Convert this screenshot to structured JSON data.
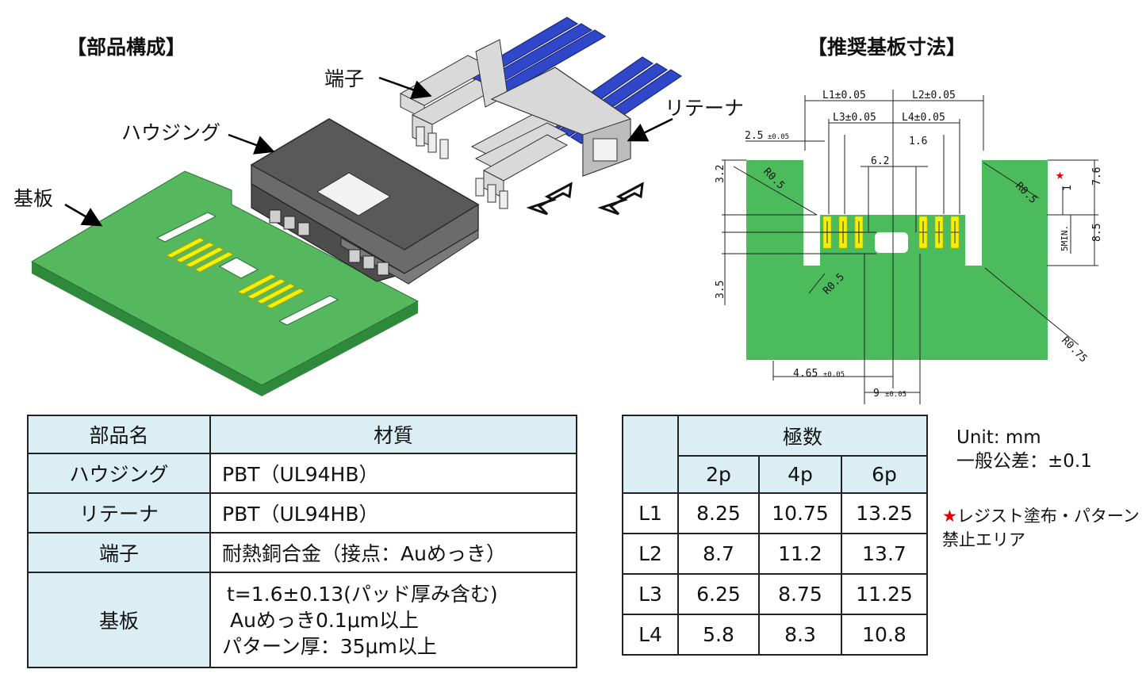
{
  "left_heading": "【部品構成】",
  "right_heading": "【推奨基板寸法】",
  "callouts": {
    "terminal": "端子",
    "housing": "ハウジング",
    "retainer": "リテーナ",
    "board": "基板"
  },
  "drawing": {
    "dims": {
      "l1": "L1±0.05",
      "l2": "L2±0.05",
      "l3": "L3±0.05",
      "l4": "L4±0.05",
      "d25": "2.5",
      "d25_tol": "±0.05",
      "d16": "1.6",
      "d62": "6.2",
      "d32": "3.2",
      "d35": "3.5",
      "d1": "1",
      "d76": "7.6",
      "d85": "8.5",
      "d5min": "5MIN.",
      "d465": "4.65",
      "d465_tol": "±0.05",
      "d9": "9",
      "d9_tol": "±0.05",
      "r05a": "R0.5",
      "r05b": "R0.5",
      "r05c": "R0.5",
      "r075": "R0.75"
    },
    "star": "★"
  },
  "materials_table": {
    "headers": [
      "部品名",
      "材質"
    ],
    "rows": [
      {
        "part": "ハウジング",
        "material": "PBT（UL94HB）"
      },
      {
        "part": "リテーナ",
        "material": "PBT（UL94HB）"
      },
      {
        "part": "端子",
        "material": "耐熱銅合金（接点：Auめっき）"
      }
    ],
    "board_row": {
      "part": "基板",
      "lines": [
        "t=1.6±0.13(パッド厚み含む)",
        "Auめっき0.1μm以上",
        "パターン厚：35μm以上"
      ]
    }
  },
  "dims_table": {
    "group_header": "極数",
    "columns": [
      "2p",
      "4p",
      "6p"
    ],
    "rows": [
      {
        "label": "L1",
        "values": [
          "8.25",
          "10.75",
          "13.25"
        ]
      },
      {
        "label": "L2",
        "values": [
          "8.7",
          "11.2",
          "13.7"
        ]
      },
      {
        "label": "L3",
        "values": [
          "6.25",
          "8.75",
          "11.25"
        ]
      },
      {
        "label": "L4",
        "values": [
          "5.8",
          "8.3",
          "10.8"
        ]
      }
    ]
  },
  "notes": {
    "unit": "Unit: mm",
    "tolerance": "一般公差：±0.1",
    "star": "★",
    "resist_note_1": "レジスト塗布・パターン",
    "resist_note_2": "禁止エリア"
  },
  "colors": {
    "board_green": "#4cbb5c",
    "pad_yellow": "#f5ef00",
    "wire_blue": "#2f47c8",
    "housing_gray": "#5a5a5a",
    "table_header": "#daeef3",
    "star_red": "#e00000"
  }
}
